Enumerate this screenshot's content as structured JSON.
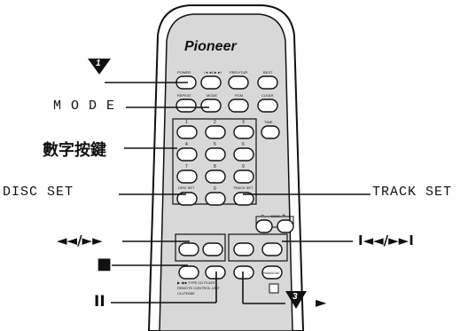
{
  "brand": "Pioneer",
  "remote": {
    "row1": [
      "POWER",
      "I◄◄/I►►I",
      "PREV/TUR",
      "BEST"
    ],
    "row2": [
      "REPEAT",
      "MODE",
      "PGM",
      "CLEAR"
    ],
    "numbers": [
      "1",
      "2",
      "3",
      "4",
      "5",
      "6",
      "7",
      "8",
      "9",
      "0"
    ],
    "time": "TIME",
    "disc_set": "DISC SET",
    "track_set": "TRACK SET",
    "disc_ctrl": [
      "−",
      "DISC",
      "+"
    ],
    "random": "RANDOM",
    "footer": [
      "▶ ◀ ■ TYPE CD PLAYE",
      "REMOTE CONTROL UNIT",
      "CU-PD080"
    ]
  },
  "callouts": {
    "step1": "1",
    "mode": "M O D E",
    "numeric_keys": "數字按鍵",
    "disc_set": "DISC SET",
    "track_set": "TRACK SET",
    "search": "◄◄/►►",
    "skip": "I◄◄/►►I",
    "stop": "■",
    "pause": "II",
    "step3": "3",
    "play": "►"
  }
}
